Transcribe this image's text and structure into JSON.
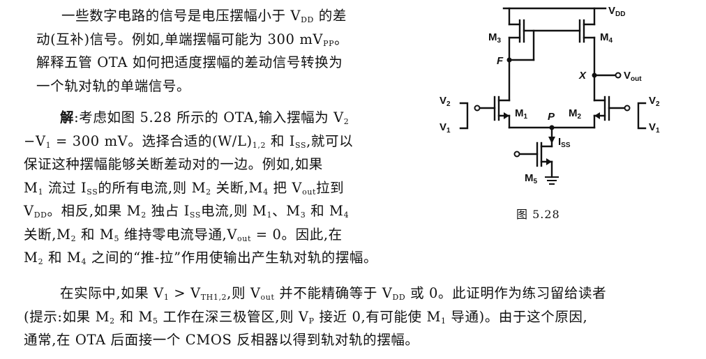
{
  "problem": {
    "line1": "一些数字电路的信号是电压摆幅小于 V",
    "line1_sub": "DD",
    "line1_end": " 的差",
    "line2": "动(互补)信号。例如,单端摆幅可能为 300 mV",
    "line2_sub": "PP",
    "line2_end": "。",
    "line3": "解释五管 OTA 如何把适度摆幅的差动信号转换为",
    "line4": "一个轨对轨的单端信号。"
  },
  "solution": {
    "label": "解",
    "s1": ":考虑如图 5.28 所示的 OTA,输入摆幅为 V",
    "s1_sub": "2",
    "s2a": "−V",
    "s2a_sub": "1",
    "s2b": " = 300 mV。选择合适的(W/L)",
    "s2b_sub": "1,2",
    "s2c": " 和 I",
    "s2c_sub": "SS",
    "s2d": ",就可以",
    "s3": "保证这种摆幅能够关断差动对的一边。例如,如果",
    "s4a": "M",
    "s4a_sub": "1",
    "s4b": " 流过 I",
    "s4b_sub": "SS",
    "s4c": "的所有电流,则 M",
    "s4c_sub": "2",
    "s4d": " 关断,M",
    "s4d_sub": "4",
    "s4e": " 把 V",
    "s4e_sub": "out",
    "s4f": "拉到",
    "s5a": "V",
    "s5a_sub": "DD",
    "s5b": "。相反,如果 M",
    "s5b_sub": "2",
    "s5c": " 独占 I",
    "s5c_sub": "SS",
    "s5d": "电流,则 M",
    "s5d_sub": "1",
    "s5e": "、M",
    "s5e_sub": "3",
    "s5f": " 和 M",
    "s5f_sub": "4",
    "s6a": "关断,M",
    "s6a_sub": "2",
    "s6b": " 和 M",
    "s6b_sub": "5",
    "s6c": " 维持零电流导通,V",
    "s6c_sub": "out",
    "s6d": " = 0。因此,在",
    "s7a": "M",
    "s7a_sub": "2",
    "s7b": " 和 M",
    "s7b_sub": "4",
    "s7c": " 之间的“推-拉”作用使输出产生轨对轨的摆幅。"
  },
  "practice": {
    "p1a": "在实际中,如果 V",
    "p1a_sub": "1",
    "p1b": " > V",
    "p1b_sub": "TH1,2",
    "p1c": ",则 V",
    "p1c_sub": "out",
    "p1d": " 并不能精确等于 V",
    "p1d_sub": "DD",
    "p1e": " 或 0。此证明作为练习留给读者",
    "p2a": "(提示:如果 M",
    "p2a_sub": "2",
    "p2b": " 和 M",
    "p2b_sub": "5",
    "p2c": " 工作在深三极管区,则 V",
    "p2c_sub": "P",
    "p2d": " 接近 0,有可能使 M",
    "p2d_sub": "1",
    "p2e": " 导通)。由于这个原因,",
    "p3": "通常,在 OTA 后面接一个 CMOS 反相器以得到轨对轨的摆幅。"
  },
  "figure": {
    "caption": "图 5.28",
    "vdd": "V",
    "vdd_sub": "DD",
    "m3": "M",
    "m3_sub": "3",
    "m4": "M",
    "m4_sub": "4",
    "m1": "M",
    "m1_sub": "1",
    "m2": "M",
    "m2_sub": "2",
    "m5": "M",
    "m5_sub": "5",
    "node_f": "F",
    "node_x": "X",
    "node_p": "P",
    "vout": "V",
    "vout_sub": "out",
    "iss": "I",
    "iss_sub": "SS",
    "v2_left": "V",
    "v2_left_sub": "2",
    "v1_left": "V",
    "v1_left_sub": "1",
    "v2_right": "V",
    "v2_right_sub": "2",
    "v1_right": "V",
    "v1_right_sub": "1"
  }
}
